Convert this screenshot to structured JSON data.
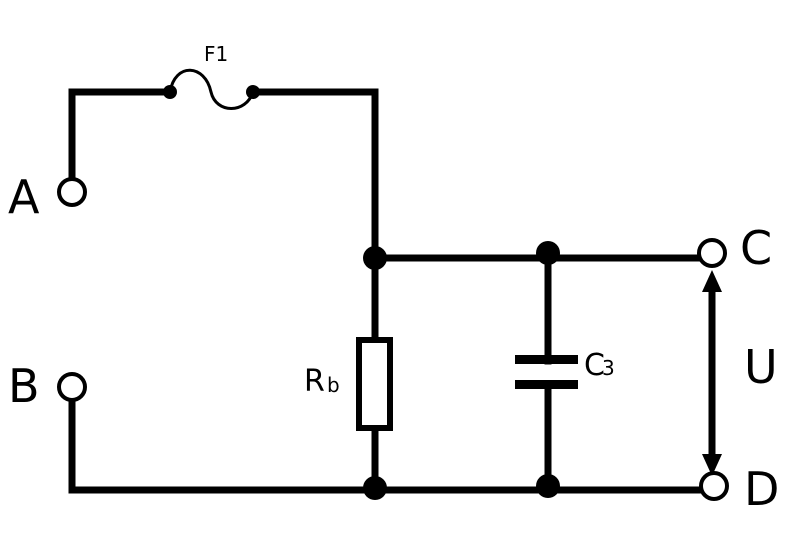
{
  "labels": {
    "terminal_a": "A",
    "terminal_b": "B",
    "terminal_c": "C",
    "terminal_d": "D",
    "fuse": "F1",
    "resistor_main": "R",
    "resistor_sub": "b",
    "capacitor_main": "C",
    "capacitor_sub": "3",
    "voltage": "U"
  },
  "colors": {
    "line": "#000000",
    "background": "#ffffff"
  }
}
